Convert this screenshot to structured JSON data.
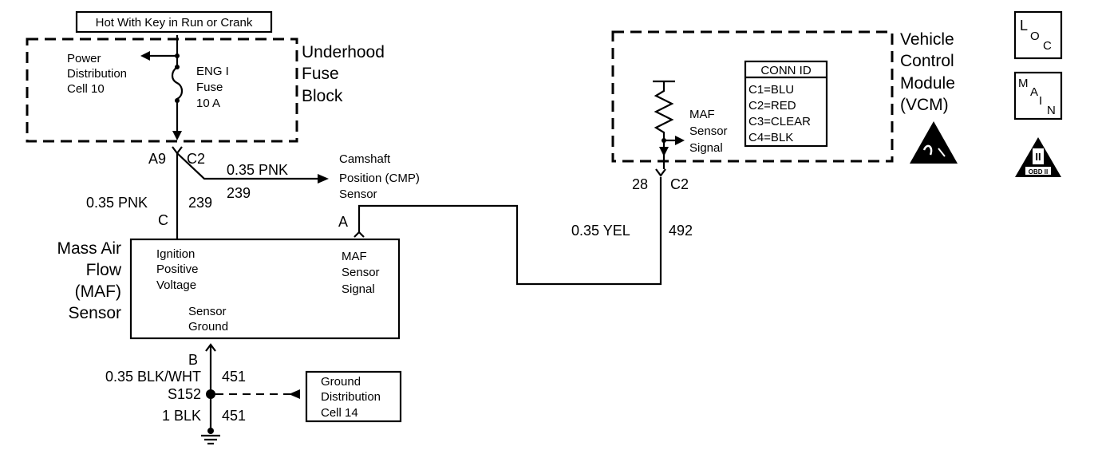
{
  "power_label": "Hot With Key in Run or Crank",
  "fuse_block": {
    "title": [
      "Underhood",
      "Fuse",
      "Block"
    ],
    "distribution": [
      "Power",
      "Distribution",
      "Cell 10"
    ],
    "fuse": [
      "ENG I",
      "Fuse",
      "10 A"
    ]
  },
  "splice_a9": {
    "pin": "A9",
    "connector": "C2"
  },
  "wire_pnk_cmp": {
    "gauge_color": "0.35 PNK",
    "circuit": "239"
  },
  "wire_pnk_maf": {
    "gauge_color": "0.35 PNK",
    "circuit": "239",
    "pin": "C"
  },
  "cmp_sensor": [
    "Camshaft",
    "Position (CMP)",
    "Sensor"
  ],
  "maf_sensor": {
    "title": [
      "Mass Air",
      "Flow",
      "(MAF)",
      "Sensor"
    ],
    "ignition": [
      "Ignition",
      "Positive",
      "Voltage"
    ],
    "signal": [
      "MAF",
      "Sensor",
      "Signal"
    ],
    "ground": [
      "Sensor",
      "Ground"
    ],
    "pin_a": "A",
    "pin_b": "B"
  },
  "wire_yel": {
    "gauge_color": "0.35 YEL",
    "circuit": "492",
    "pin": "28",
    "connector": "C2"
  },
  "vcm": {
    "title": [
      "Vehicle",
      "Control",
      "Module",
      "(VCM)"
    ],
    "signal": [
      "MAF",
      "Sensor",
      "Signal"
    ],
    "conn_id": {
      "header": "CONN ID",
      "rows": [
        "C1=BLU",
        "C2=RED",
        "C3=CLEAR",
        "C4=BLK"
      ]
    }
  },
  "ground_wires": {
    "upper": {
      "gauge_color": "0.35 BLK/WHT",
      "circuit": "451"
    },
    "splice": "S152",
    "lower": {
      "gauge_color": "1 BLK",
      "circuit": "451"
    }
  },
  "ground_distribution": [
    "Ground",
    "Distribution",
    "Cell 14"
  ],
  "badges": {
    "loc": {
      "l": "L",
      "o": "O",
      "c": "C"
    },
    "main": {
      "m": "M",
      "a": "A",
      "i": "I",
      "n": "N"
    },
    "obd": {
      "numeral": "II",
      "label": "OBD II"
    }
  }
}
